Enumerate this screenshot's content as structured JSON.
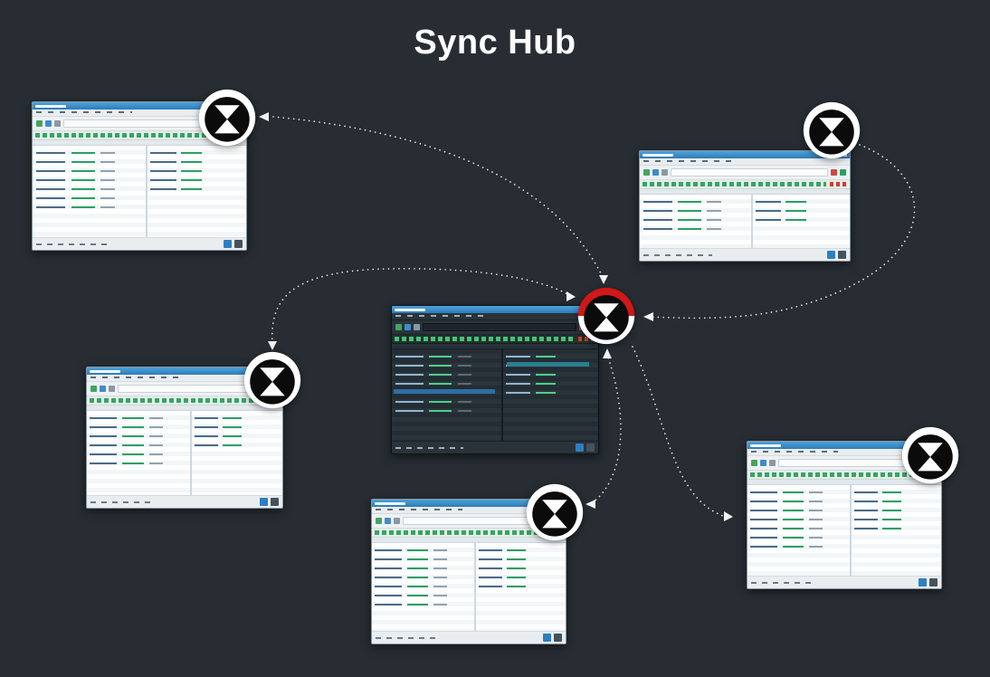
{
  "title": "Sync Hub",
  "colors": {
    "background": "#272d33",
    "title_text": "#ffffff",
    "connector": "#ffffff",
    "window_titlebar_blue": "#3b8ec9",
    "file_row_green": "#2f9e63",
    "hub_ring_red": "#d01818",
    "badge_black": "#0b0b0c",
    "sync_button_blue": "#2e7fc2"
  },
  "icons": {
    "badge": "hourglass-x-circle-logo",
    "arrow": "triangle-arrowhead"
  },
  "hub": {
    "id": "hub"
  },
  "nodes": [
    {
      "id": "top-left",
      "theme": "light"
    },
    {
      "id": "top-right",
      "theme": "light"
    },
    {
      "id": "mid-left",
      "theme": "light"
    },
    {
      "id": "center",
      "theme": "dark"
    },
    {
      "id": "bottom-center",
      "theme": "light"
    },
    {
      "id": "bottom-right",
      "theme": "light"
    }
  ],
  "badges": [
    {
      "id": "top-left",
      "kind": "node"
    },
    {
      "id": "top-right",
      "kind": "node"
    },
    {
      "id": "mid-left",
      "kind": "node"
    },
    {
      "id": "hub",
      "kind": "hub"
    },
    {
      "id": "bottom-center",
      "kind": "node"
    },
    {
      "id": "bottom-right",
      "kind": "node"
    }
  ]
}
